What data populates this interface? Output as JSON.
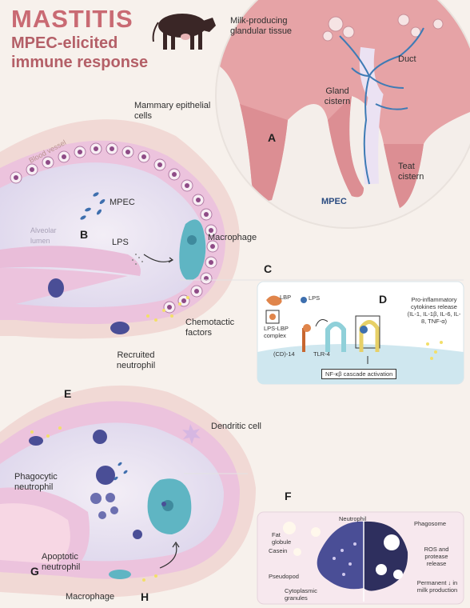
{
  "header": {
    "title": "MASTITIS",
    "subtitle": "MPEC-elicited immune response"
  },
  "udder_panel": {
    "letter": "A",
    "labels": {
      "milk_tissue": "Milk-producing glandular tissue",
      "duct": "Duct",
      "gland_cistern": "Gland cistern",
      "teat_cistern": "Teat cistern",
      "mpec": "MPEC"
    }
  },
  "alveolus_top": {
    "labels": {
      "epithelial": "Mammary epithelial cells",
      "blood_vessel": "Blood vessel",
      "alveolar_lumen": "Alveolar lumen",
      "mpec": "MPEC",
      "lps": "LPS",
      "macrophage": "Macrophage",
      "chemotactic": "Chemotactic factors",
      "recruited": "Recruited neutrophil"
    },
    "letters": {
      "b": "B",
      "c": "C",
      "e": "E"
    }
  },
  "panel_d": {
    "letter": "D",
    "lbp": "LBP",
    "lps": "LPS",
    "complex": "LPS-LBP complex",
    "cd14": "(CD)-14",
    "tlr4": "TLR-4",
    "cytokines": "Pro-inflammatory cytokines release (IL-1, IL-1β, IL-6, IL-8, TNF-α)",
    "nfkb": "NF-κβ cascade activation"
  },
  "alveolus_bottom": {
    "labels": {
      "dendritic": "Dendritic cell",
      "phagocytic": "Phagocytic neutrophil",
      "apoptotic": "Apoptotic neutrophil",
      "macrophage": "Macrophage"
    },
    "letters": {
      "f": "F",
      "g": "G",
      "h": "H"
    }
  },
  "panel_f": {
    "fat": "Fat globule",
    "casein": "Casein",
    "neutrophil": "Neutrophil",
    "phagosome": "Phagosome",
    "pseudopod": "Pseudopod",
    "granules": "Cytoplasmic granules",
    "ros": "ROS and protease release",
    "permanent": "Permanent ↓ in milk production"
  },
  "colors": {
    "title": "#c96a73",
    "udder": "#e6a3a6",
    "epithelium": "#e9bdd9",
    "nucleus": "#8e4b86",
    "macrophage": "#5fb5c3",
    "neutrophil": "#4a4e96",
    "panel_bg": "#eaf3f6"
  }
}
